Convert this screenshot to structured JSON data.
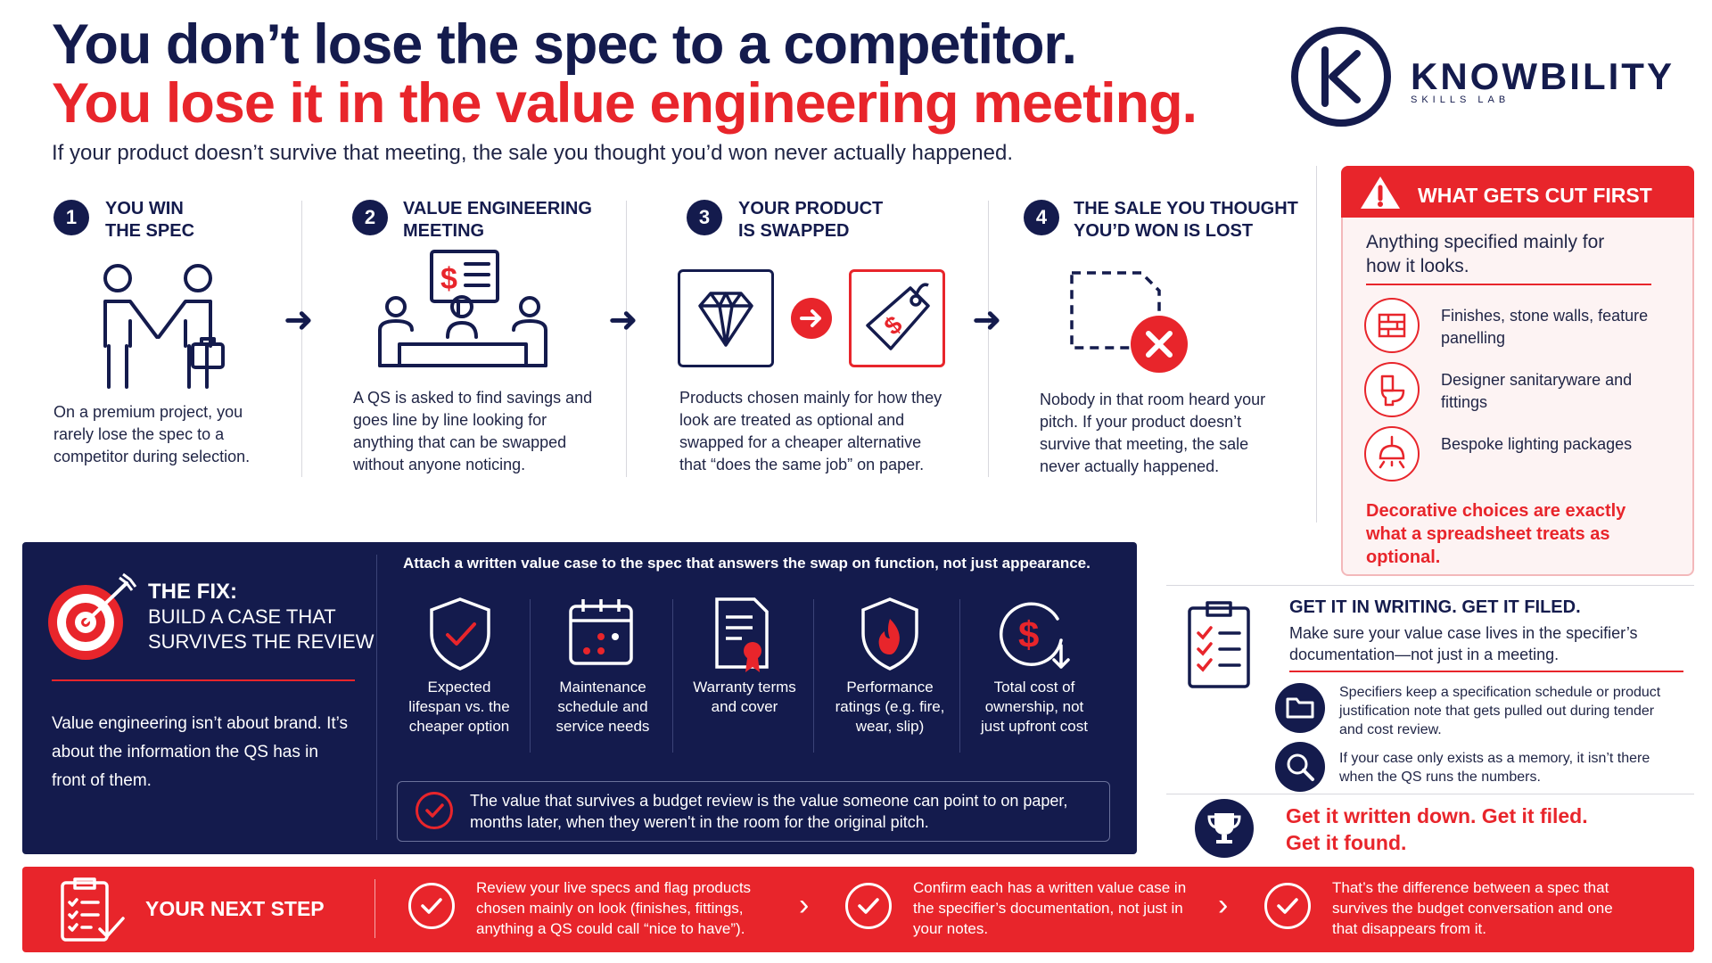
{
  "header": {
    "line1": "You don’t lose the spec to a competitor.",
    "line2": "You lose it in the value engineering meeting.",
    "subtitle": "If your product doesn’t survive that meeting, the sale you thought you’d won never actually happened."
  },
  "logo": {
    "name": "KNOWBILITY",
    "tagline": "SKILLS LAB"
  },
  "steps": [
    {
      "num": "1",
      "title_1": "YOU WIN",
      "title_2": "THE SPEC",
      "body": "On a premium project, you rarely lose the spec to a competitor during selection."
    },
    {
      "num": "2",
      "title_1": "VALUE ENGINEERING",
      "title_2": "MEETING",
      "body": "A QS is asked to find savings and goes line by line looking for anything that can be swapped without anyone noticing."
    },
    {
      "num": "3",
      "title_1": "YOUR PRODUCT",
      "title_2": "IS SWAPPED",
      "body": "Products chosen mainly for how they look are treated as optional and swapped for a cheaper alternative that “does the same job” on paper."
    },
    {
      "num": "4",
      "title_1": "THE SALE YOU THOUGHT",
      "title_2": "YOU’D WON IS LOST",
      "body": "Nobody in that room heard your pitch. If your product doesn’t survive that meeting, the sale never actually happened."
    }
  ],
  "cut": {
    "title": "WHAT GETS CUT FIRST",
    "intro": "Anything specified mainly for how it looks.",
    "items": [
      {
        "icon": "brick-wall-icon",
        "text": "Finishes, stone walls, feature panelling"
      },
      {
        "icon": "toilet-icon",
        "text": "Designer sanitaryware and fittings"
      },
      {
        "icon": "pendant-lamp-icon",
        "text": "Bespoke lighting packages"
      }
    ],
    "note": "Decorative choices are exactly what a spreadsheet treats as optional."
  },
  "fix": {
    "title_1": "THE FIX:",
    "title_2": "BUILD A CASE THAT",
    "title_3": "SURVIVES THE REVIEW",
    "body": "Value engineering isn’t about brand. It’s about the information the QS has in front of them.",
    "top": "Attach a written value case to the spec that answers the swap on function, not just appearance.",
    "items": [
      {
        "icon": "shield-check-icon",
        "label": "Expected lifespan vs. the cheaper option"
      },
      {
        "icon": "calendar-icon",
        "label": "Maintenance schedule and service needs"
      },
      {
        "icon": "certificate-icon",
        "label": "Warranty terms and cover"
      },
      {
        "icon": "fire-shield-icon",
        "label": "Performance ratings (e.g. fire, wear, slip)"
      },
      {
        "icon": "dollar-cycle-icon",
        "label": "Total cost of ownership, not just upfront cost"
      }
    ],
    "note": "The value that survives a budget review is the value someone can point to on paper, months later, when they weren't in the room for the original pitch."
  },
  "writing": {
    "head": "GET IT IN WRITING. GET IT FILED.",
    "sub": "Make sure your value case lives in the specifier’s documentation—not just in a meeting.",
    "items": [
      {
        "icon": "folder-icon",
        "text": "Specifiers keep a specification schedule or product justification note that gets pulled out during tender and cost review."
      },
      {
        "icon": "magnifier-icon",
        "text": "If your case only exists as a memory, it isn’t there when the QS runs the numbers."
      }
    ],
    "closing_1": "Get it written down. Get it filed.",
    "closing_2": "Get it found."
  },
  "next": {
    "title": "YOUR NEXT STEP",
    "items": [
      "Review your live specs and flag products chosen mainly on look (finishes, fittings, anything a QS could call “nice to have”).",
      "Confirm each has a written value case in the specifier’s documentation, not just in your notes.",
      "That’s the difference between a spec that survives the budget conversation and one that disappears from it."
    ]
  },
  "colors": {
    "navy": "#141b4d",
    "red": "#e8252b",
    "pink_bg": "#fdf3f3"
  }
}
